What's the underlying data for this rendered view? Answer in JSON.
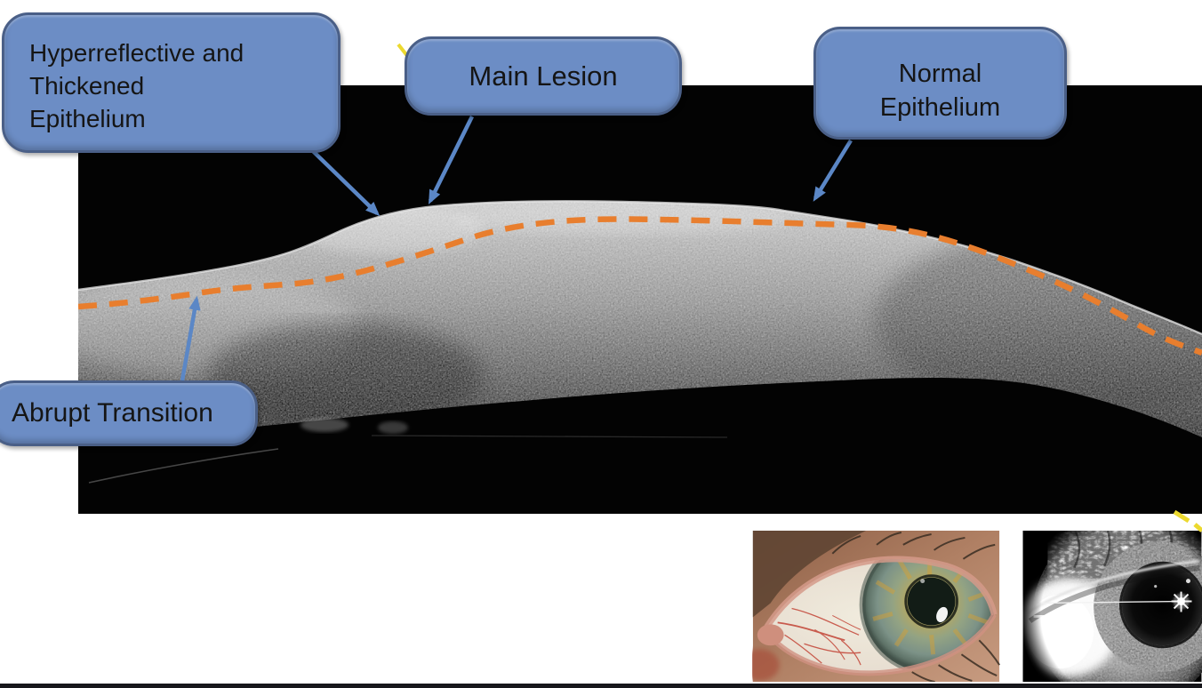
{
  "figure": {
    "annotations": [
      {
        "id": "hyperreflective-epithelium",
        "lines": [
          "Hyperreflective and",
          "Thickened",
          "Epithelium"
        ]
      },
      {
        "id": "main-lesion",
        "lines": [
          "Main Lesion"
        ]
      },
      {
        "id": "normal-epithelium",
        "lines": [
          "Normal",
          "Epithelium"
        ]
      },
      {
        "id": "abrupt-transition",
        "lines": [
          "Abrupt Transition"
        ]
      }
    ],
    "images": [
      {
        "name": "oct-corneal-scan"
      },
      {
        "name": "color-eye-photograph"
      },
      {
        "name": "grayscale-eye-photograph"
      }
    ],
    "colors": {
      "callout_fill": "#6c8dc5",
      "callout_border": "#4a5f87",
      "arrow_blue": "#5b87c6",
      "dashed_line_orange": "#e87e2e",
      "tick_yellow": "#ecd92f",
      "background": "#ffffff",
      "oct_background": "#030303"
    }
  }
}
